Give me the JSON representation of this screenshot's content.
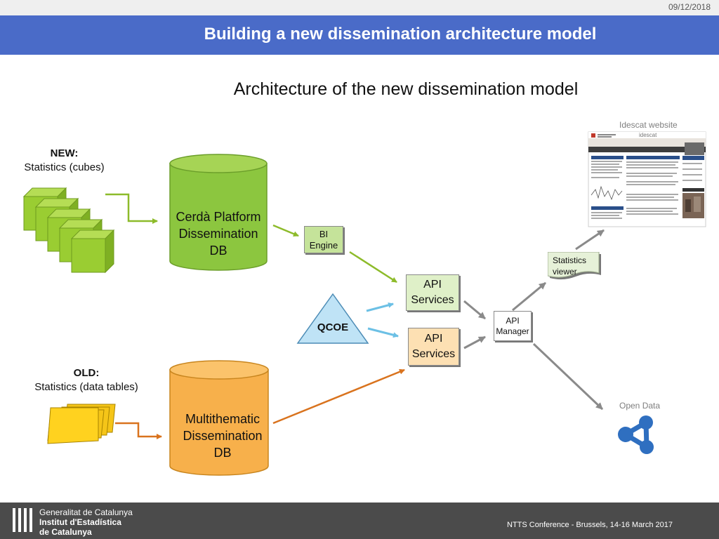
{
  "header": {
    "date": "09/12/2018",
    "title": "Building a new dissemination architecture model"
  },
  "diagram": {
    "subtitle": "Architecture of the new dissemination model",
    "new_source": {
      "heading": "NEW:",
      "caption": "Statistics (cubes)"
    },
    "old_source": {
      "heading": "OLD:",
      "caption": "Statistics (data tables)"
    },
    "cerda_db": {
      "line1": "Cerdà Platform",
      "line2": "Dissemination",
      "line3": "DB"
    },
    "multi_db": {
      "line1": "Multithematic",
      "line2": "Dissemination",
      "line3": "DB"
    },
    "bi_engine": {
      "line1": "BI",
      "line2": "Engine"
    },
    "qcoe": "QCOE",
    "api_services_top": {
      "line1": "API",
      "line2": "Services"
    },
    "api_services_bottom": {
      "line1": "API",
      "line2": "Services"
    },
    "api_manager": {
      "line1": "API",
      "line2": "Manager"
    },
    "statistics_viewer": {
      "line1": "Statistics",
      "line2": "viewer"
    },
    "website": {
      "label": "Idescat website",
      "logo_text": "idescat"
    },
    "open_data": "Open Data"
  },
  "colors": {
    "title_bar": "#4a6bc8",
    "green": "#8cc63f",
    "orange": "#f7b04b",
    "arrow_green": "#8dbb2a",
    "arrow_orange": "#d9731e",
    "arrow_blue": "#6cc0e5",
    "arrow_grey": "#8a8a8a",
    "qcoe_fill": "#bfe3f6",
    "open_data_blue": "#2f6fc0"
  },
  "footer": {
    "org_line1": "Generalitat de Catalunya",
    "org_line2": "Institut d'Estadística",
    "org_line3": "de Catalunya",
    "conference": "NTTS Conference - Brussels, 14-16 March 2017"
  }
}
